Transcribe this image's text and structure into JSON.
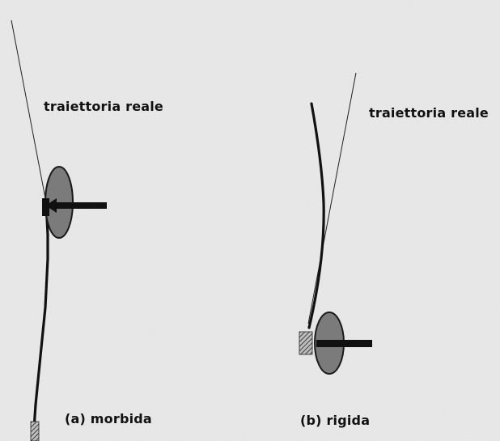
{
  "labels": {
    "trajectory_a": "traiettoria reale",
    "trajectory_b": "traiettoria reale",
    "caption_a": "(a) morbida",
    "caption_b": "(b) rigida"
  },
  "colors": {
    "background": "#e9e9e9",
    "ink": "#111111",
    "ellipse_fill": "#7b7b7b",
    "ellipse_stroke": "#1a1a1a"
  }
}
